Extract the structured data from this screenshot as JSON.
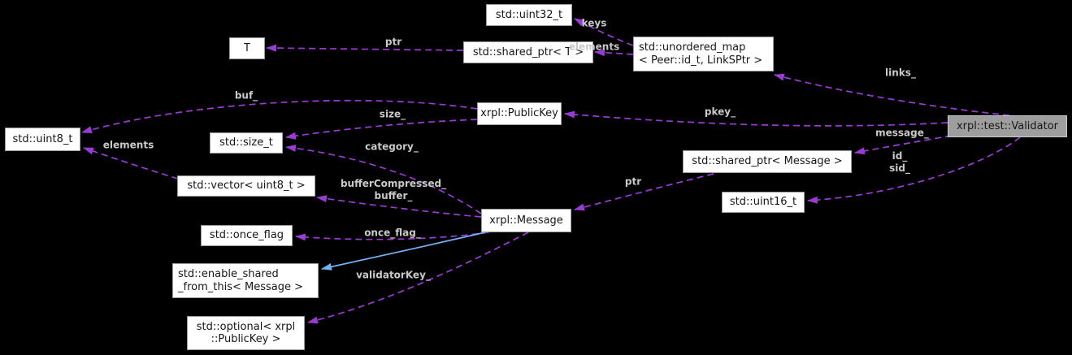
{
  "diagram": {
    "type": "collaboration-graph",
    "highlighted_node": "xrpl::test::Validator",
    "colors": {
      "background": "#000000",
      "usage_edge": "#9b3bd6",
      "inheritance_edge": "#74b2f2",
      "edge_label_text": "#c9c9c9",
      "node_fill": "#ffffff",
      "node_border": "#9a9a9a",
      "node_text": "#161616",
      "highlight_fill": "#9e9e9e",
      "highlight_border": "#cdcdcd"
    },
    "nodes": [
      {
        "id": "uint32",
        "label": "std::uint32_t",
        "highlighted": false
      },
      {
        "id": "sharedT",
        "label": "std::shared_ptr< T >",
        "highlighted": false
      },
      {
        "id": "umap",
        "label": "std::unordered_map\n< Peer::id_t, LinkSPtr >",
        "highlighted": false
      },
      {
        "id": "T",
        "label": "T",
        "highlighted": false
      },
      {
        "id": "pubkey",
        "label": "xrpl::PublicKey",
        "highlighted": false
      },
      {
        "id": "validator",
        "label": "xrpl::test::Validator",
        "highlighted": true
      },
      {
        "id": "uint8",
        "label": "std::uint8_t",
        "highlighted": false
      },
      {
        "id": "sizet",
        "label": "std::size_t",
        "highlighted": false
      },
      {
        "id": "sptrmsg",
        "label": "std::shared_ptr< Message >",
        "highlighted": false
      },
      {
        "id": "uint16",
        "label": "std::uint16_t",
        "highlighted": false
      },
      {
        "id": "vector",
        "label": "std::vector< uint8_t >",
        "highlighted": false
      },
      {
        "id": "onceflag",
        "label": "std::once_flag",
        "highlighted": false
      },
      {
        "id": "message",
        "label": "xrpl::Message",
        "highlighted": false
      },
      {
        "id": "enshared",
        "label": "std::enable_shared\n_from_this< Message >",
        "highlighted": false
      },
      {
        "id": "optional",
        "label": "std::optional< xrpl\n::PublicKey >",
        "highlighted": false
      }
    ],
    "edges": [
      {
        "id": "keys",
        "from": "umap",
        "to": "uint32",
        "label": "keys",
        "kind": "usage"
      },
      {
        "id": "el1",
        "from": "umap",
        "to": "sharedT",
        "label": "elements",
        "kind": "usage"
      },
      {
        "id": "ptr1",
        "from": "sharedT",
        "to": "T",
        "label": "ptr",
        "kind": "usage"
      },
      {
        "id": "links",
        "from": "validator",
        "to": "umap",
        "label": "links_",
        "kind": "usage"
      },
      {
        "id": "pkey",
        "from": "validator",
        "to": "pubkey",
        "label": "pkey_",
        "kind": "usage"
      },
      {
        "id": "msg",
        "from": "validator",
        "to": "sptrmsg",
        "label": "message_",
        "kind": "usage"
      },
      {
        "id": "idsid",
        "from": "validator",
        "to": "uint16",
        "label": "id_\nsid_",
        "kind": "usage"
      },
      {
        "id": "buf",
        "from": "pubkey",
        "to": "uint8",
        "label": "buf_",
        "kind": "usage"
      },
      {
        "id": "size",
        "from": "pubkey",
        "to": "sizet",
        "label": "size_",
        "kind": "usage"
      },
      {
        "id": "cat",
        "from": "message",
        "to": "sizet",
        "label": "category_",
        "kind": "usage"
      },
      {
        "id": "el2",
        "from": "vector",
        "to": "uint8",
        "label": "elements",
        "kind": "usage"
      },
      {
        "id": "bufs",
        "from": "message",
        "to": "vector",
        "label": "bufferCompressed_\nbuffer_",
        "kind": "usage"
      },
      {
        "id": "once",
        "from": "message",
        "to": "onceflag",
        "label": "once_flag_",
        "kind": "usage"
      },
      {
        "id": "vkey",
        "from": "message",
        "to": "optional",
        "label": "validatorKey_",
        "kind": "usage"
      },
      {
        "id": "ptr2",
        "from": "sptrmsg",
        "to": "message",
        "label": "ptr",
        "kind": "usage"
      },
      {
        "id": "inh",
        "from": "message",
        "to": "enshared",
        "label": "",
        "kind": "inheritance"
      }
    ]
  }
}
